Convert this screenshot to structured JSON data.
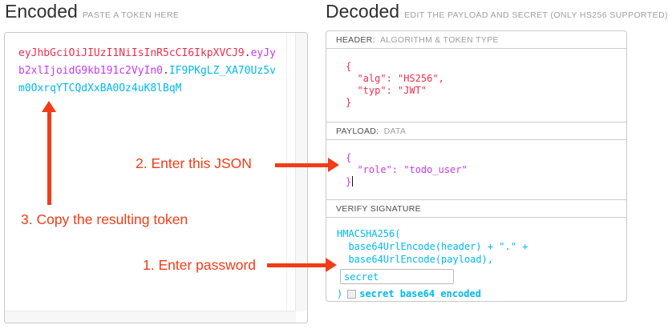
{
  "encoded": {
    "title": "Encoded",
    "subtitle": "PASTE A TOKEN HERE",
    "token": {
      "header_segment": "eyJhbGciOiJIUzI1NiIsInR5cCI6IkpXVCJ9",
      "separator": ".",
      "payload_segment": "eyJyb2xlIjoidG9kb191c2VyIn0",
      "signature_segment": "IF9PKgLZ_XA70Uz5vm0OxrqYTCQdXxBA0Oz4uK8lBqM"
    }
  },
  "decoded": {
    "title": "Decoded",
    "subtitle": "EDIT THE PAYLOAD AND SECRET (ONLY HS256 SUPPORTED)",
    "sections": {
      "header": {
        "label_strong": "HEADER:",
        "label_rest": "ALGORITHM & TOKEN TYPE",
        "code_lines": [
          "{",
          "  \"alg\": \"HS256\",",
          "  \"typ\": \"JWT\"",
          "}"
        ]
      },
      "payload": {
        "label_strong": "PAYLOAD:",
        "label_rest": "DATA",
        "code_lines": [
          "{",
          "  \"role\": \"todo_user\"",
          "}"
        ]
      },
      "signature": {
        "label_strong": "VERIFY SIGNATURE",
        "code_line_1": "HMACSHA256(",
        "code_line_2": "  base64UrlEncode(header) + \".\" +",
        "code_line_3": "  base64UrlEncode(payload),",
        "secret_value": "secret",
        "code_line_close": ")",
        "checkbox_label": "secret base64 encoded"
      }
    }
  },
  "annotations": {
    "step1": "1. Enter password",
    "step2": "2. Enter this JSON",
    "step3": "3. Copy the resulting token"
  },
  "colors": {
    "header_red": "#f02e4f",
    "payload_purple": "#c63bf0",
    "signature_cyan": "#00b9f1",
    "annotation_orange": "#f23c17",
    "panel_border_gray": "#c9c9c9"
  }
}
